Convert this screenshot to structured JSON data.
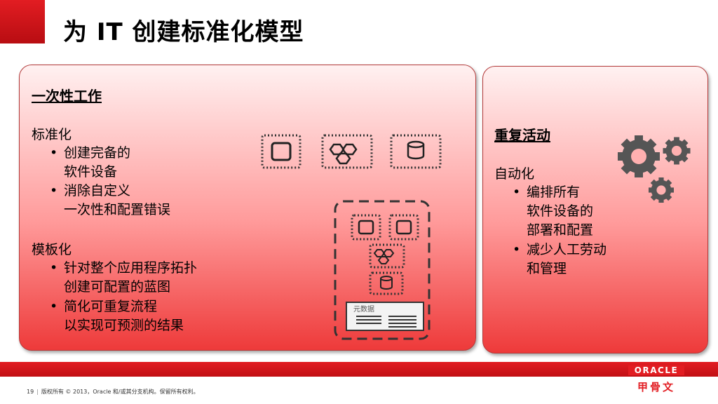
{
  "slide": {
    "title": "为 IT 创建标准化模型",
    "page_number": "19",
    "copyright": "版权所有 © 2013，Oracle 和/或其分支机构。保留所有权利。"
  },
  "left_panel": {
    "heading": "一次性工作",
    "section1": {
      "title": "标准化",
      "bullets": [
        {
          "line1": "创建完备的",
          "line2": "软件设备"
        },
        {
          "line1": "消除自定义",
          "line2": "一次性和配置错误"
        }
      ]
    },
    "section2": {
      "title": "模板化",
      "bullets": [
        {
          "line1": "针对整个应用程序拓扑",
          "line2": "创建可配置的蓝图"
        },
        {
          "line1": "简化可重复流程",
          "line2": "以实现可预测的结果"
        }
      ]
    },
    "diagram": {
      "metadata_label": "元数据"
    }
  },
  "right_panel": {
    "heading": "重复活动",
    "section": {
      "title": "自动化",
      "bullets": [
        {
          "line1": "编排所有",
          "line2": "软件设备的",
          "line3": "部署和配置"
        },
        {
          "line1": "减少人工劳动",
          "line2": "和管理"
        }
      ]
    }
  },
  "logo": {
    "en": "ORACLE",
    "cn": "甲骨文"
  },
  "bullet_char": "•"
}
